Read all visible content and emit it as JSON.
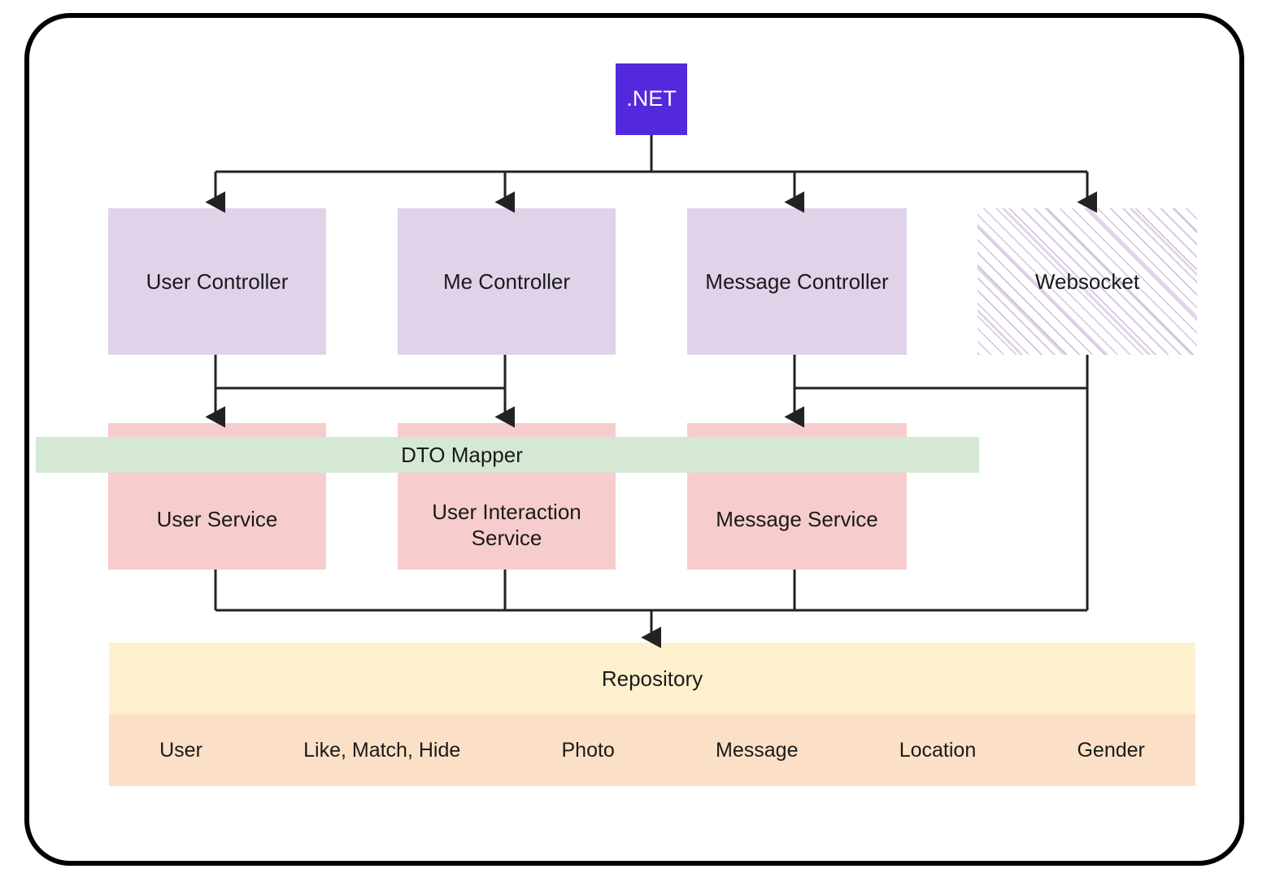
{
  "diagram": {
    "title": ".NET backend layered architecture",
    "frame": {
      "shape": "rounded-rectangle",
      "stroke_color": "#000000"
    },
    "root": {
      "label": ".NET",
      "fill": "#5429dd",
      "text_color": "#ffffff"
    },
    "controllers": {
      "fill": "#e0d2e9",
      "items": [
        {
          "label": "User Controller"
        },
        {
          "label": "Me Controller"
        },
        {
          "label": "Message Controller"
        }
      ]
    },
    "websocket": {
      "label": "Websocket",
      "fill": "none",
      "pattern": "diagonal-hatch",
      "pattern_color": "#c4b0d8"
    },
    "dto_mapper": {
      "label": "DTO Mapper",
      "fill": "#d5e8d4"
    },
    "services": {
      "fill": "#f6cdcc",
      "items": [
        {
          "label": "User Service"
        },
        {
          "label": "User Interaction\nService"
        },
        {
          "label": "Message Service"
        }
      ]
    },
    "repository": {
      "label": "Repository",
      "fill": "#fdf1cd"
    },
    "entities": {
      "fill": "#fbe0c7",
      "items": [
        {
          "label": "User"
        },
        {
          "label": "Like, Match, Hide"
        },
        {
          "label": "Photo"
        },
        {
          "label": "Message"
        },
        {
          "label": "Location"
        },
        {
          "label": "Gender"
        }
      ]
    }
  }
}
